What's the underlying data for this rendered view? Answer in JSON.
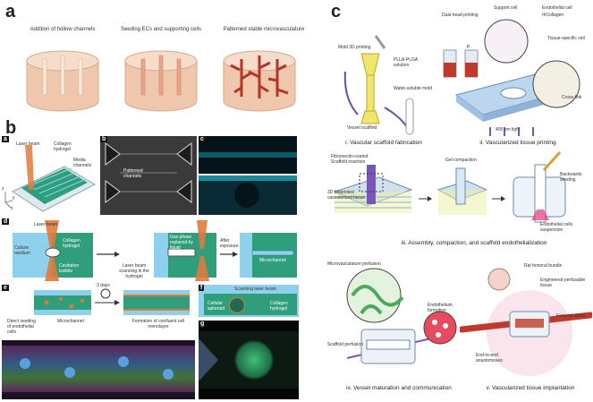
{
  "panel_a": {
    "label": "a",
    "steps": [
      "Addition of hollow channels",
      "Seeding ECs and supporting cells",
      "Patterned stable microvasculature"
    ]
  },
  "panel_b": {
    "label": "b",
    "sub_a": {
      "label": "a",
      "laser": "Laser beam",
      "collagen": "Collagen hydrogel",
      "media": "Media channels",
      "axes": [
        "z",
        "y",
        "x"
      ]
    },
    "sub_b": {
      "label": "b",
      "text": "Patterned channels"
    },
    "sub_c": {
      "label": "c"
    },
    "sub_d": {
      "label": "d",
      "laser_top": "Laser beam",
      "culture": "Culture medium",
      "collagen": "Collagen hydrogel",
      "cavitation": "Cavitation bubble",
      "scan": "Laser beam scanning in the hydrogel",
      "gas": "Gas phase replaced by liquid",
      "after": "After exposure",
      "micro": "Microchannel"
    },
    "sub_e": {
      "label": "e",
      "direct": "Direct seeding of endothelial cells",
      "days": "3 days",
      "micro": "Microchannel",
      "monolayer": "Formation of confluent cell monolayer"
    },
    "sub_f": {
      "label": "f",
      "scan": "Scanning laser beam",
      "spheroid": "Cellular spheroid",
      "collagen": "Collagen hydrogel"
    },
    "sub_g": {
      "label": "g"
    }
  },
  "panel_c": {
    "label": "c",
    "i": {
      "title": "i. Vascular scaffold fabrication",
      "mold": "Mold 3D printing",
      "plla": "PLLA-PLGA solution",
      "water": "Water-soluble mold",
      "vessel": "Vessel scaffold"
    },
    "ii": {
      "title": "ii. Vascularized tissue printing",
      "dual": "Dual head printing",
      "support": "Support cell",
      "endo": "Endothelial cell",
      "rh": "rhCollagen",
      "tissue": "Tissue-specific cell",
      "cross": "Cross-link",
      "light": "405 nm light",
      "p": "P"
    },
    "iii": {
      "title": "iii. Assembly, compaction, and scaffold endothelialization",
      "fibro": "Fibronectin-coated Scaffold insertion",
      "gel": "Gel compaction",
      "bio": "3D bioprinted vascularized tissue",
      "back": "Backwards seeding",
      "susp": "Endothelial cells suspension"
    },
    "iv": {
      "title": "iv. Vessel maturation and communication",
      "micro": "Microvasculature perfusion",
      "endo": "Endothelium formation",
      "scaffold": "Scaffold perfusion"
    },
    "v": {
      "title": "v. Vascularized tissue implantation",
      "rat": "Rat femoral bundle",
      "eng": "Engineered perfusable tissue",
      "fem": "Femoral artery",
      "end": "End-to-end anastomoses"
    }
  },
  "colors": {
    "cylinder": "#efc7ad",
    "cylinder_top": "#f6dccb",
    "hydrogel": "#2e9e7b",
    "media": "#8fd0ec",
    "laser": "#e07a3c",
    "vessel": "#c0392b"
  }
}
